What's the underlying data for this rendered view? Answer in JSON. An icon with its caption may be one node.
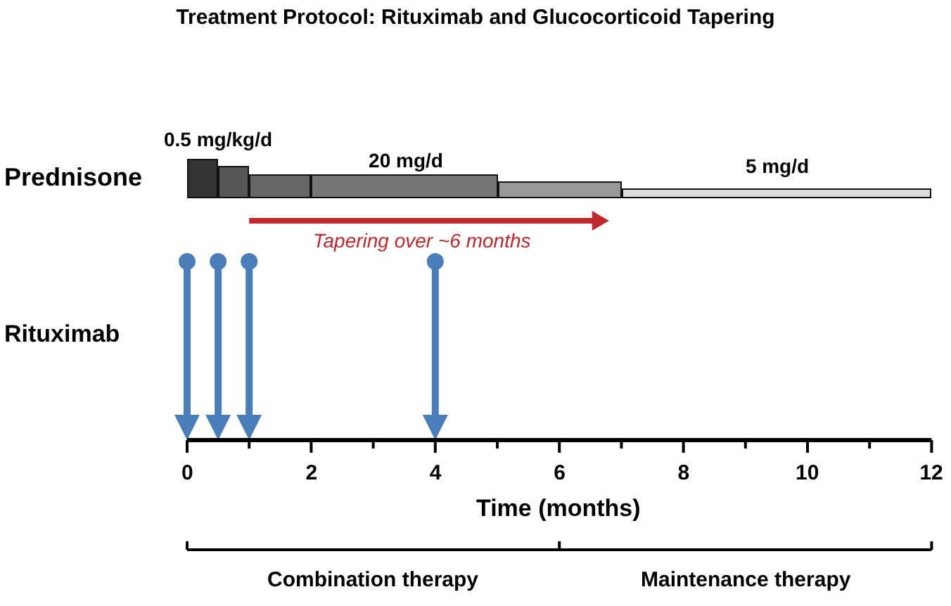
{
  "diagram": {
    "title": "Treatment Protocol: Rituximab and Glucocorticoid Tapering",
    "nodes": [
      {
        "text": [
          "0.5 mg/kg/d"
        ]
      },
      {
        "text": [],
        "shape": "bar"
      },
      {
        "text": [],
        "shape": "bar"
      },
      {
        "text": [
          "20 mg/d"
        ]
      },
      {
        "text": [],
        "shape": "bar"
      },
      {
        "text": [
          "5 mg/d"
        ]
      }
    ],
    "labels": [
      "Prednisone",
      "Tapering over ~6 months",
      "Rituximab",
      "0",
      "2",
      "4",
      "6",
      "8",
      "10",
      "12",
      "Time (months)",
      "Combination therapy",
      "Maintenance therapy"
    ]
  }
}
